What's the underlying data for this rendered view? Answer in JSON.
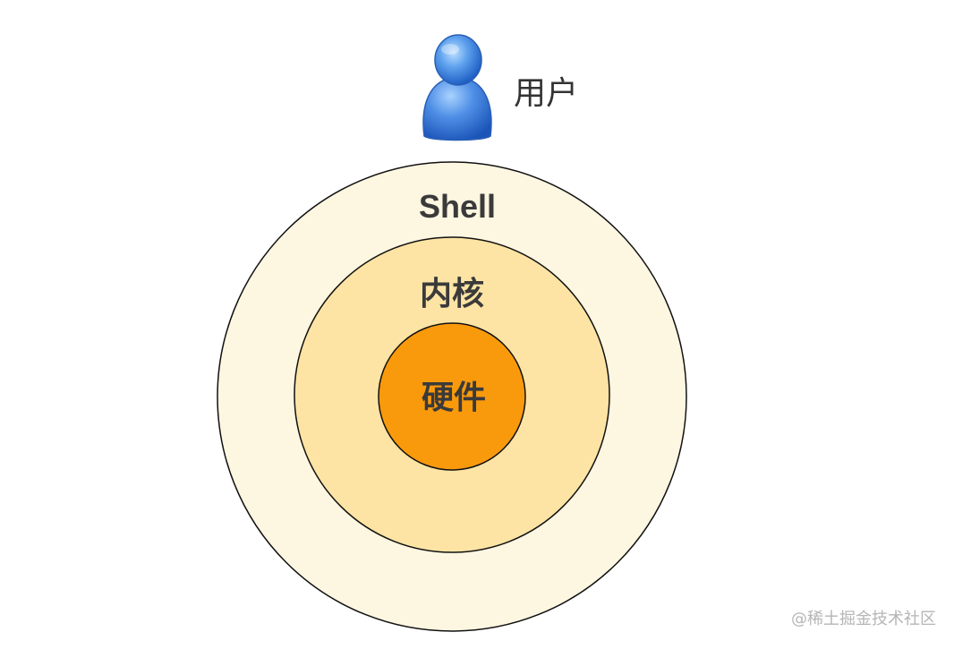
{
  "labels": {
    "user": "用户",
    "shell": "Shell",
    "kernel": "内核",
    "hardware": "硬件"
  },
  "watermark": "@稀土掘金技术社区",
  "colors": {
    "shell_fill": "#fdf6e1",
    "kernel_fill": "#fde4a4",
    "hardware_fill": "#f99a0c",
    "stroke": "#111111",
    "user_icon": "#3f7fdc",
    "text": "#3a3a3a"
  },
  "icons": {
    "user": "user-icon"
  }
}
